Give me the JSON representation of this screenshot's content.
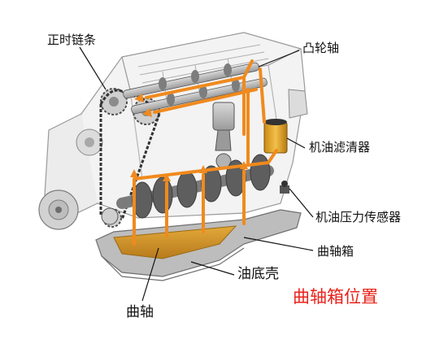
{
  "labels": {
    "timing_chain": "正时链条",
    "camshaft": "凸轮轴",
    "oil_filter": "机油滤清器",
    "oil_pressure_sensor": "机油压力传感器",
    "crankcase": "曲轴箱",
    "oil_pan": "油底壳",
    "crankshaft": "曲轴"
  },
  "caption": "曲轴箱位置",
  "colors": {
    "caption": "#e8211a",
    "oil_flow": "#f08a1e",
    "oil_sump": "#d99a2b",
    "engine_outline": "#9a9a9a",
    "leader": "#111111"
  }
}
